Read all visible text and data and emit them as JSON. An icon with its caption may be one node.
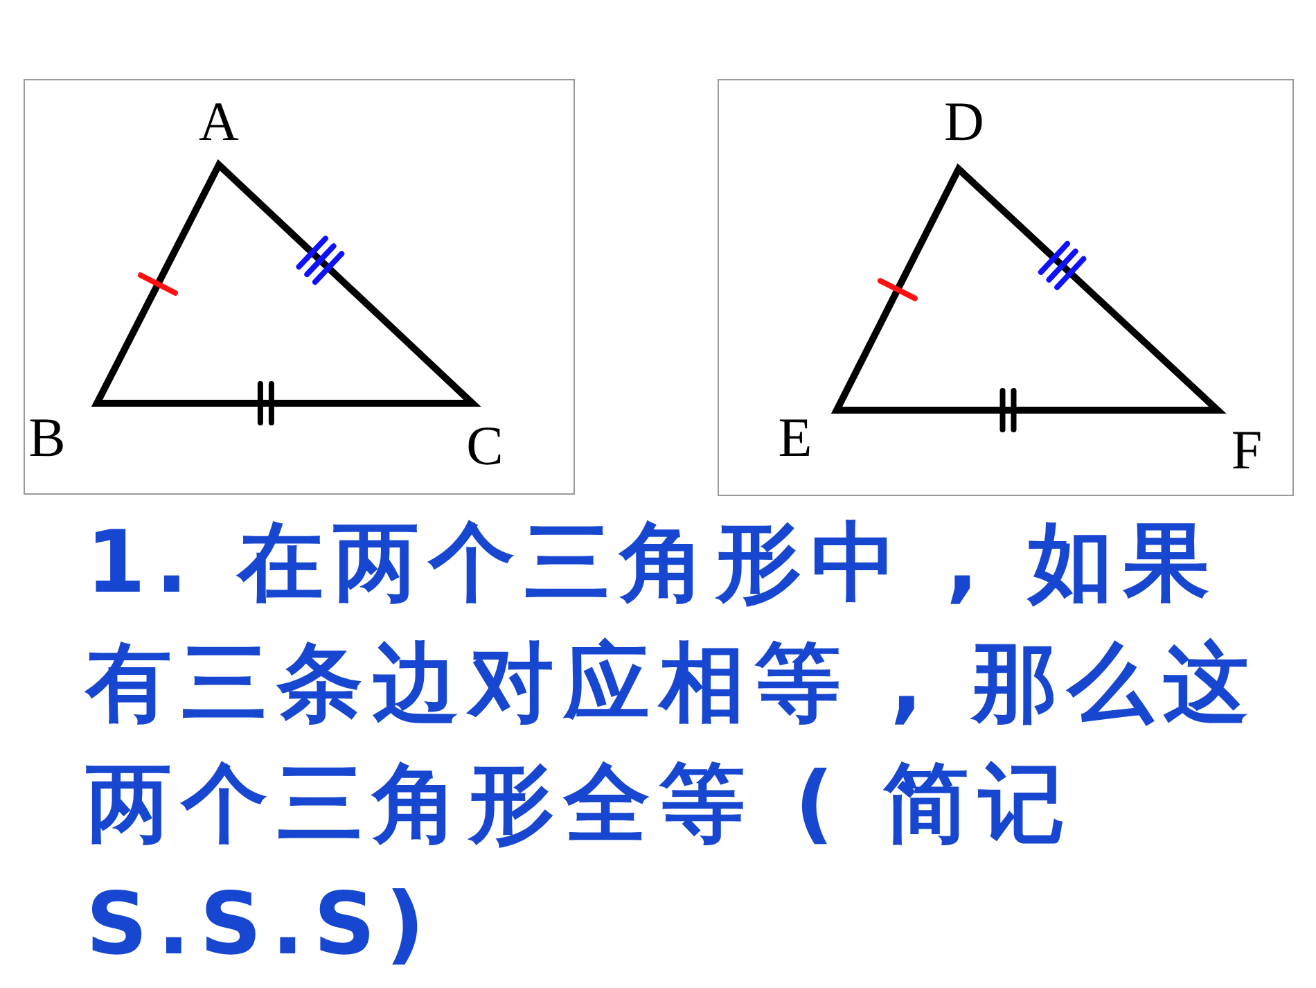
{
  "diagram": {
    "labels": [
      "A",
      "B",
      "C",
      "D",
      "E",
      "F",
      "1. 在两个三角形中 , 如果有三条边对应相等 , 那么这两个三角形全等 ( 简记 S.S.S)"
    ]
  }
}
